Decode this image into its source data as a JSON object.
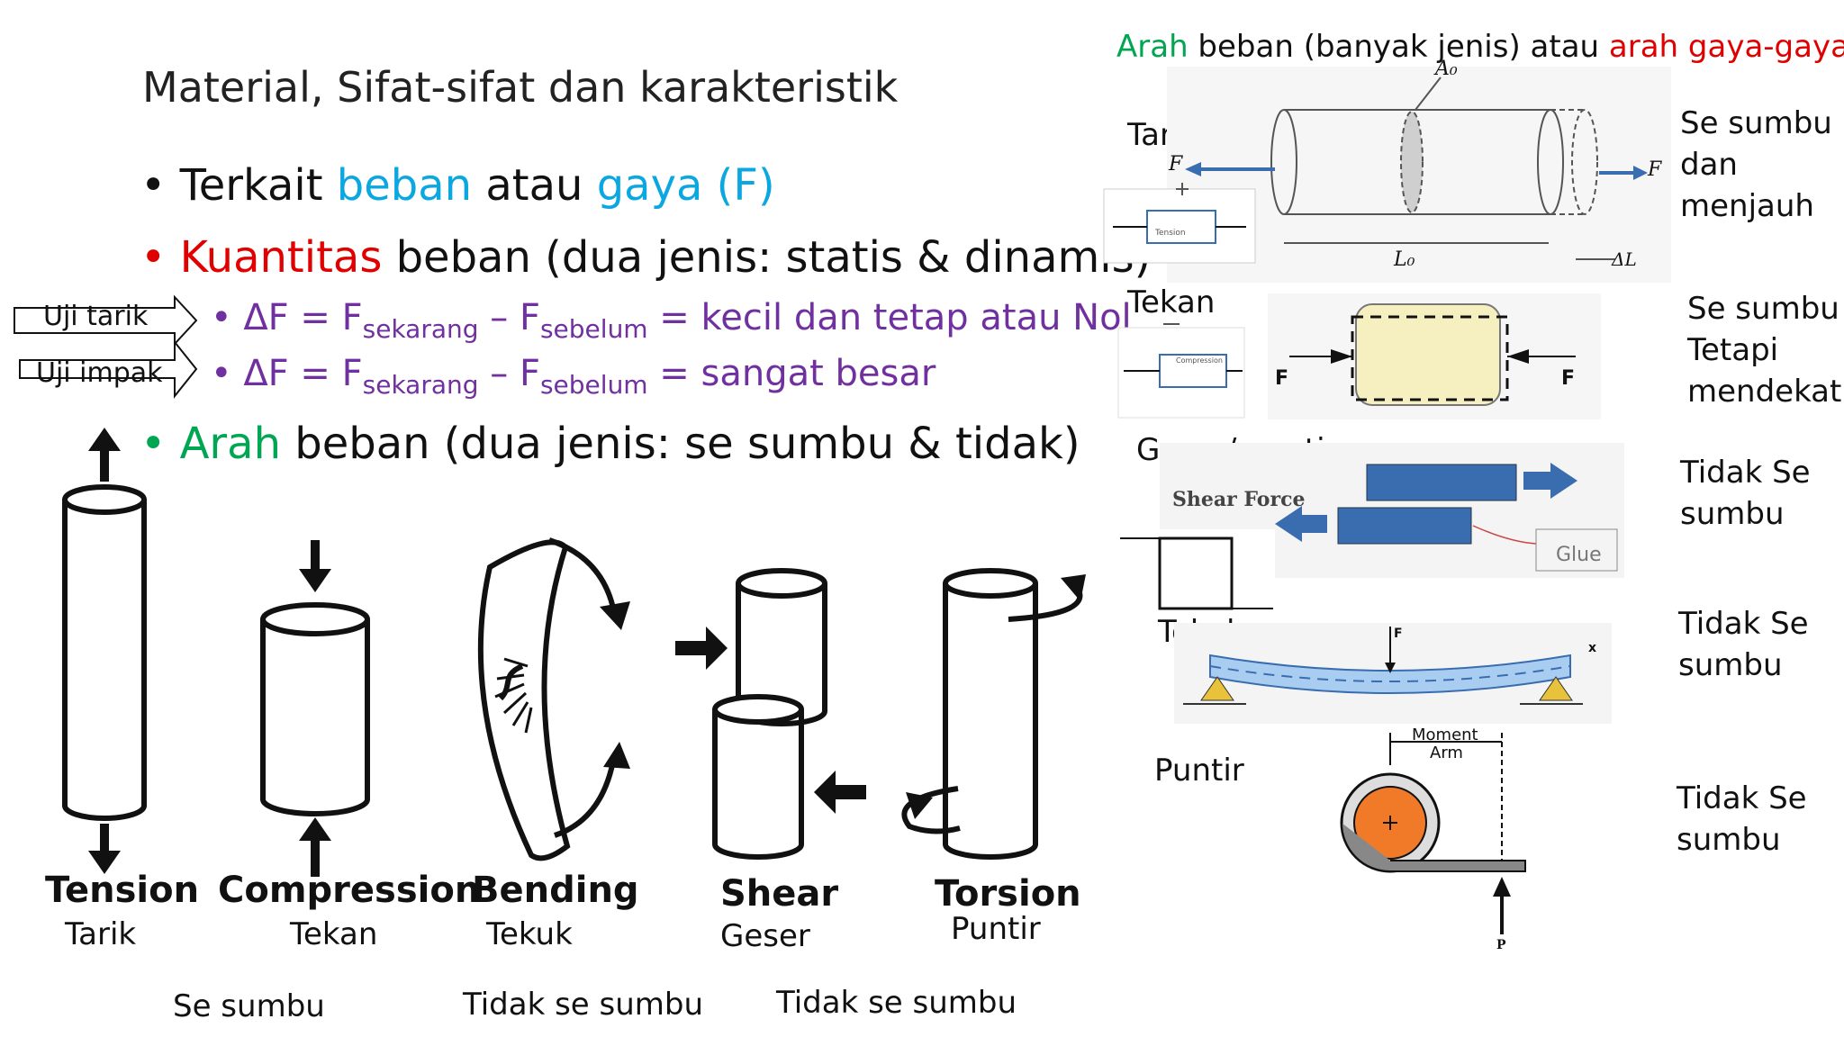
{
  "title": "Material, Sifat-sifat dan karakteristik",
  "bullets": {
    "b1": {
      "pre": "Terkait ",
      "w1": "beban",
      "mid": " atau ",
      "w2": "gaya (F)"
    },
    "b2": {
      "w1": "Kuantitas",
      "rest": " beban (dua jenis: statis & dinamis)"
    },
    "s1": {
      "pre": "ΔF = F",
      "sub1": "sekarang",
      "mid": " – F",
      "sub2": "sebelum",
      "post": " = kecil dan tetap atau Nol"
    },
    "s2": {
      "pre": "ΔF = F",
      "sub1": "sekarang",
      "mid": " – F",
      "sub2": "sebelum",
      "post": " = sangat besar"
    },
    "b3": {
      "w1": "Arah",
      "rest": " beban (dua jenis: se sumbu & tidak)"
    }
  },
  "arrow_labels": {
    "uji_tarik": "Uji tarik",
    "uji_impak": "Uji impak"
  },
  "figures": {
    "tension": {
      "label": "Tension",
      "id": "Tarik"
    },
    "compression": {
      "label": "Compression",
      "id": "Tekan"
    },
    "bending": {
      "label": "Bending",
      "id": "Tekuk"
    },
    "shear": {
      "label": "Shear",
      "id": "Geser"
    },
    "torsion": {
      "label": "Torsion",
      "id": "Puntir"
    }
  },
  "groups": {
    "g1": "Se sumbu",
    "g2": "Tidak se sumbu",
    "g3": "Tidak se sumbu"
  },
  "right": {
    "heading": {
      "w1": "Arah",
      "mid": " beban (banyak jenis) atau ",
      "w2": "arah gaya-gaya"
    },
    "rows": {
      "tarik": {
        "label": "Tarik",
        "desc": "Se sumbu dan menjauh",
        "symA": "A₀",
        "symF": "F",
        "symL": "L₀",
        "symDL": "ΔL",
        "box": "Tension"
      },
      "tekan": {
        "label": "Tekan",
        "desc": "Se sumbu Tetapi mendekat",
        "box": "Compression",
        "f1": "F",
        "f2": "F"
      },
      "geser": {
        "label": "Geser/ gunting",
        "desc": "Tidak Se sumbu",
        "shear": "Shear Force",
        "glue": "Glue"
      },
      "tekuk": {
        "label": "Tekuk",
        "desc": "Tidak Se sumbu",
        "F": "F",
        "x": "x"
      },
      "puntir": {
        "label": "Puntir",
        "desc": "Tidak Se sumbu",
        "moment": "Moment",
        "arm": "Arm",
        "P": "P"
      }
    }
  },
  "colors": {
    "blue": "#0aa7e0",
    "red": "#e00000",
    "green": "#00a651",
    "purple": "#7030a0"
  }
}
